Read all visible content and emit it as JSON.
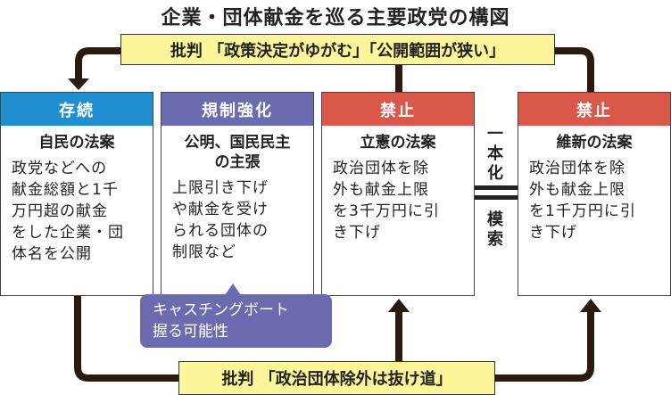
{
  "title": "企業・団体献金を巡る主要政党の構図",
  "top_criticism": "批判 「政策決定がゆがむ」「公開範囲が狭い」",
  "bottom_criticism": "批判 「政治団体除外は抜け道」",
  "colors": {
    "blue": "#1f8fd0",
    "purple": "#6b6bb0",
    "red": "#d9584a",
    "yellow": "#fdf59a"
  },
  "parties": [
    {
      "stance": "存続",
      "title": [
        "自民の法案"
      ],
      "lines": [
        "政党などへの",
        "献金総額と1千",
        "万円超の献金",
        "をした企業・団",
        "体名を公開"
      ]
    },
    {
      "stance": "規制強化",
      "title": [
        "公明、国民民主",
        "の主張"
      ],
      "lines": [
        "上限引き下げ",
        "や献金を受け",
        "られる団体の",
        "制限など"
      ]
    },
    {
      "stance": "禁止",
      "title": [
        "立憲の法案"
      ],
      "lines": [
        "政治団体を除",
        "外も献金上限",
        "を3千万円に引",
        "き下げ"
      ]
    },
    {
      "stance": "禁止",
      "title": [
        "維新の法案"
      ],
      "lines": [
        "政治団体を除",
        "外も献金上限",
        "を1千万円に引",
        "き下げ"
      ]
    }
  ],
  "unify_top": [
    "一",
    "本",
    "化"
  ],
  "unify_bottom": [
    "模",
    "索"
  ],
  "bubble": [
    "キャスチングボート",
    "握る可能性"
  ]
}
